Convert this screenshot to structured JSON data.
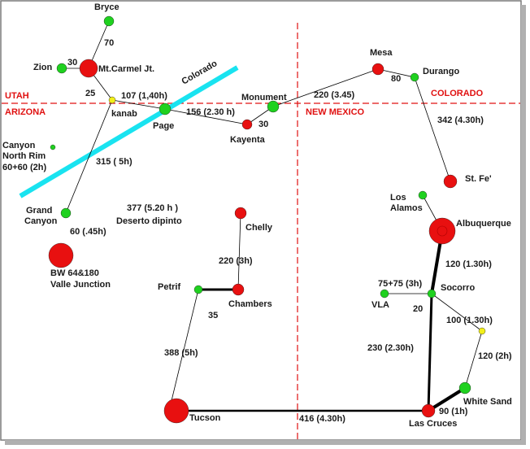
{
  "colors": {
    "city_red": "#e81010",
    "city_green": "#1fd11f",
    "city_yellow": "#f2ef1a",
    "river": "#19e3f0",
    "border": "#e01010",
    "road": "#000000"
  },
  "states": {
    "utah": "UTAH",
    "arizona": "ARIZONA",
    "new_mexico": "NEW MEXICO",
    "colorado": "COLORADO"
  },
  "river_label": "Colorado",
  "cities": {
    "bryce": "Bryce",
    "zion": "Zion",
    "mt_carmel": "Mt.Carmel Jt.",
    "kanab": "kanab",
    "page": "Page",
    "monument": "Monument",
    "kayenta": "Kayenta",
    "canyon_north_rim_1": "Canyon",
    "canyon_north_rim_2": "North Rim",
    "canyon_north_rim_3": "60+60 (2h)",
    "grand_canyon_1": "Grand",
    "grand_canyon_2": "Canyon",
    "bw_1": "BW 64&180",
    "bw_2": "Valle Junction",
    "desert_1": "377 (5.20 h )",
    "desert_2": "Deserto dipinto",
    "chelly": "Chelly",
    "petrif": "Petrif",
    "chambers": "Chambers",
    "tucson": "Tucson",
    "mesa": "Mesa",
    "durango": "Durango",
    "st_fe": "St. Fe'",
    "los_alamos_1": "Los",
    "los_alamos_2": "Alamos",
    "albuquerque": "Albuquerque",
    "socorro": "Socorro",
    "vla": "VLA",
    "las_cruces": "Las Cruces",
    "white_sand": "White Sand"
  },
  "distances": {
    "bryce_mtcarmel": "70",
    "zion_mtcarmel": "30",
    "mtcarmel_kanab": "25",
    "kanab_page": "107 (1,40h)",
    "page_kayenta": "156 (2.30 h)",
    "kayenta_monument": "30",
    "monument_mesa": "220 (3.45)",
    "mesa_durango": "80",
    "durango_stfe": "342 (4.30h)",
    "kanab_grandcanyon": "315 ( 5h)",
    "grandcanyon_bw": "60 (.45h)",
    "chelly_chambers": "220 (3h)",
    "petrif_chambers": "35",
    "petrif_tucson": "388 (5h)",
    "tucson_lascruces": "416 (4.30h)",
    "albuquerque_socorro": "120 (1.30h)",
    "vla_socorro": "75+75 (3h)",
    "socorro_junction": "20",
    "junction_whitesand_1": "100 (1.30h)",
    "junction_whitesand_2": "120 (2h)",
    "lascruces_socorro": "230 (2.30h)",
    "lascruces_whitesand": "90 (1h)"
  }
}
